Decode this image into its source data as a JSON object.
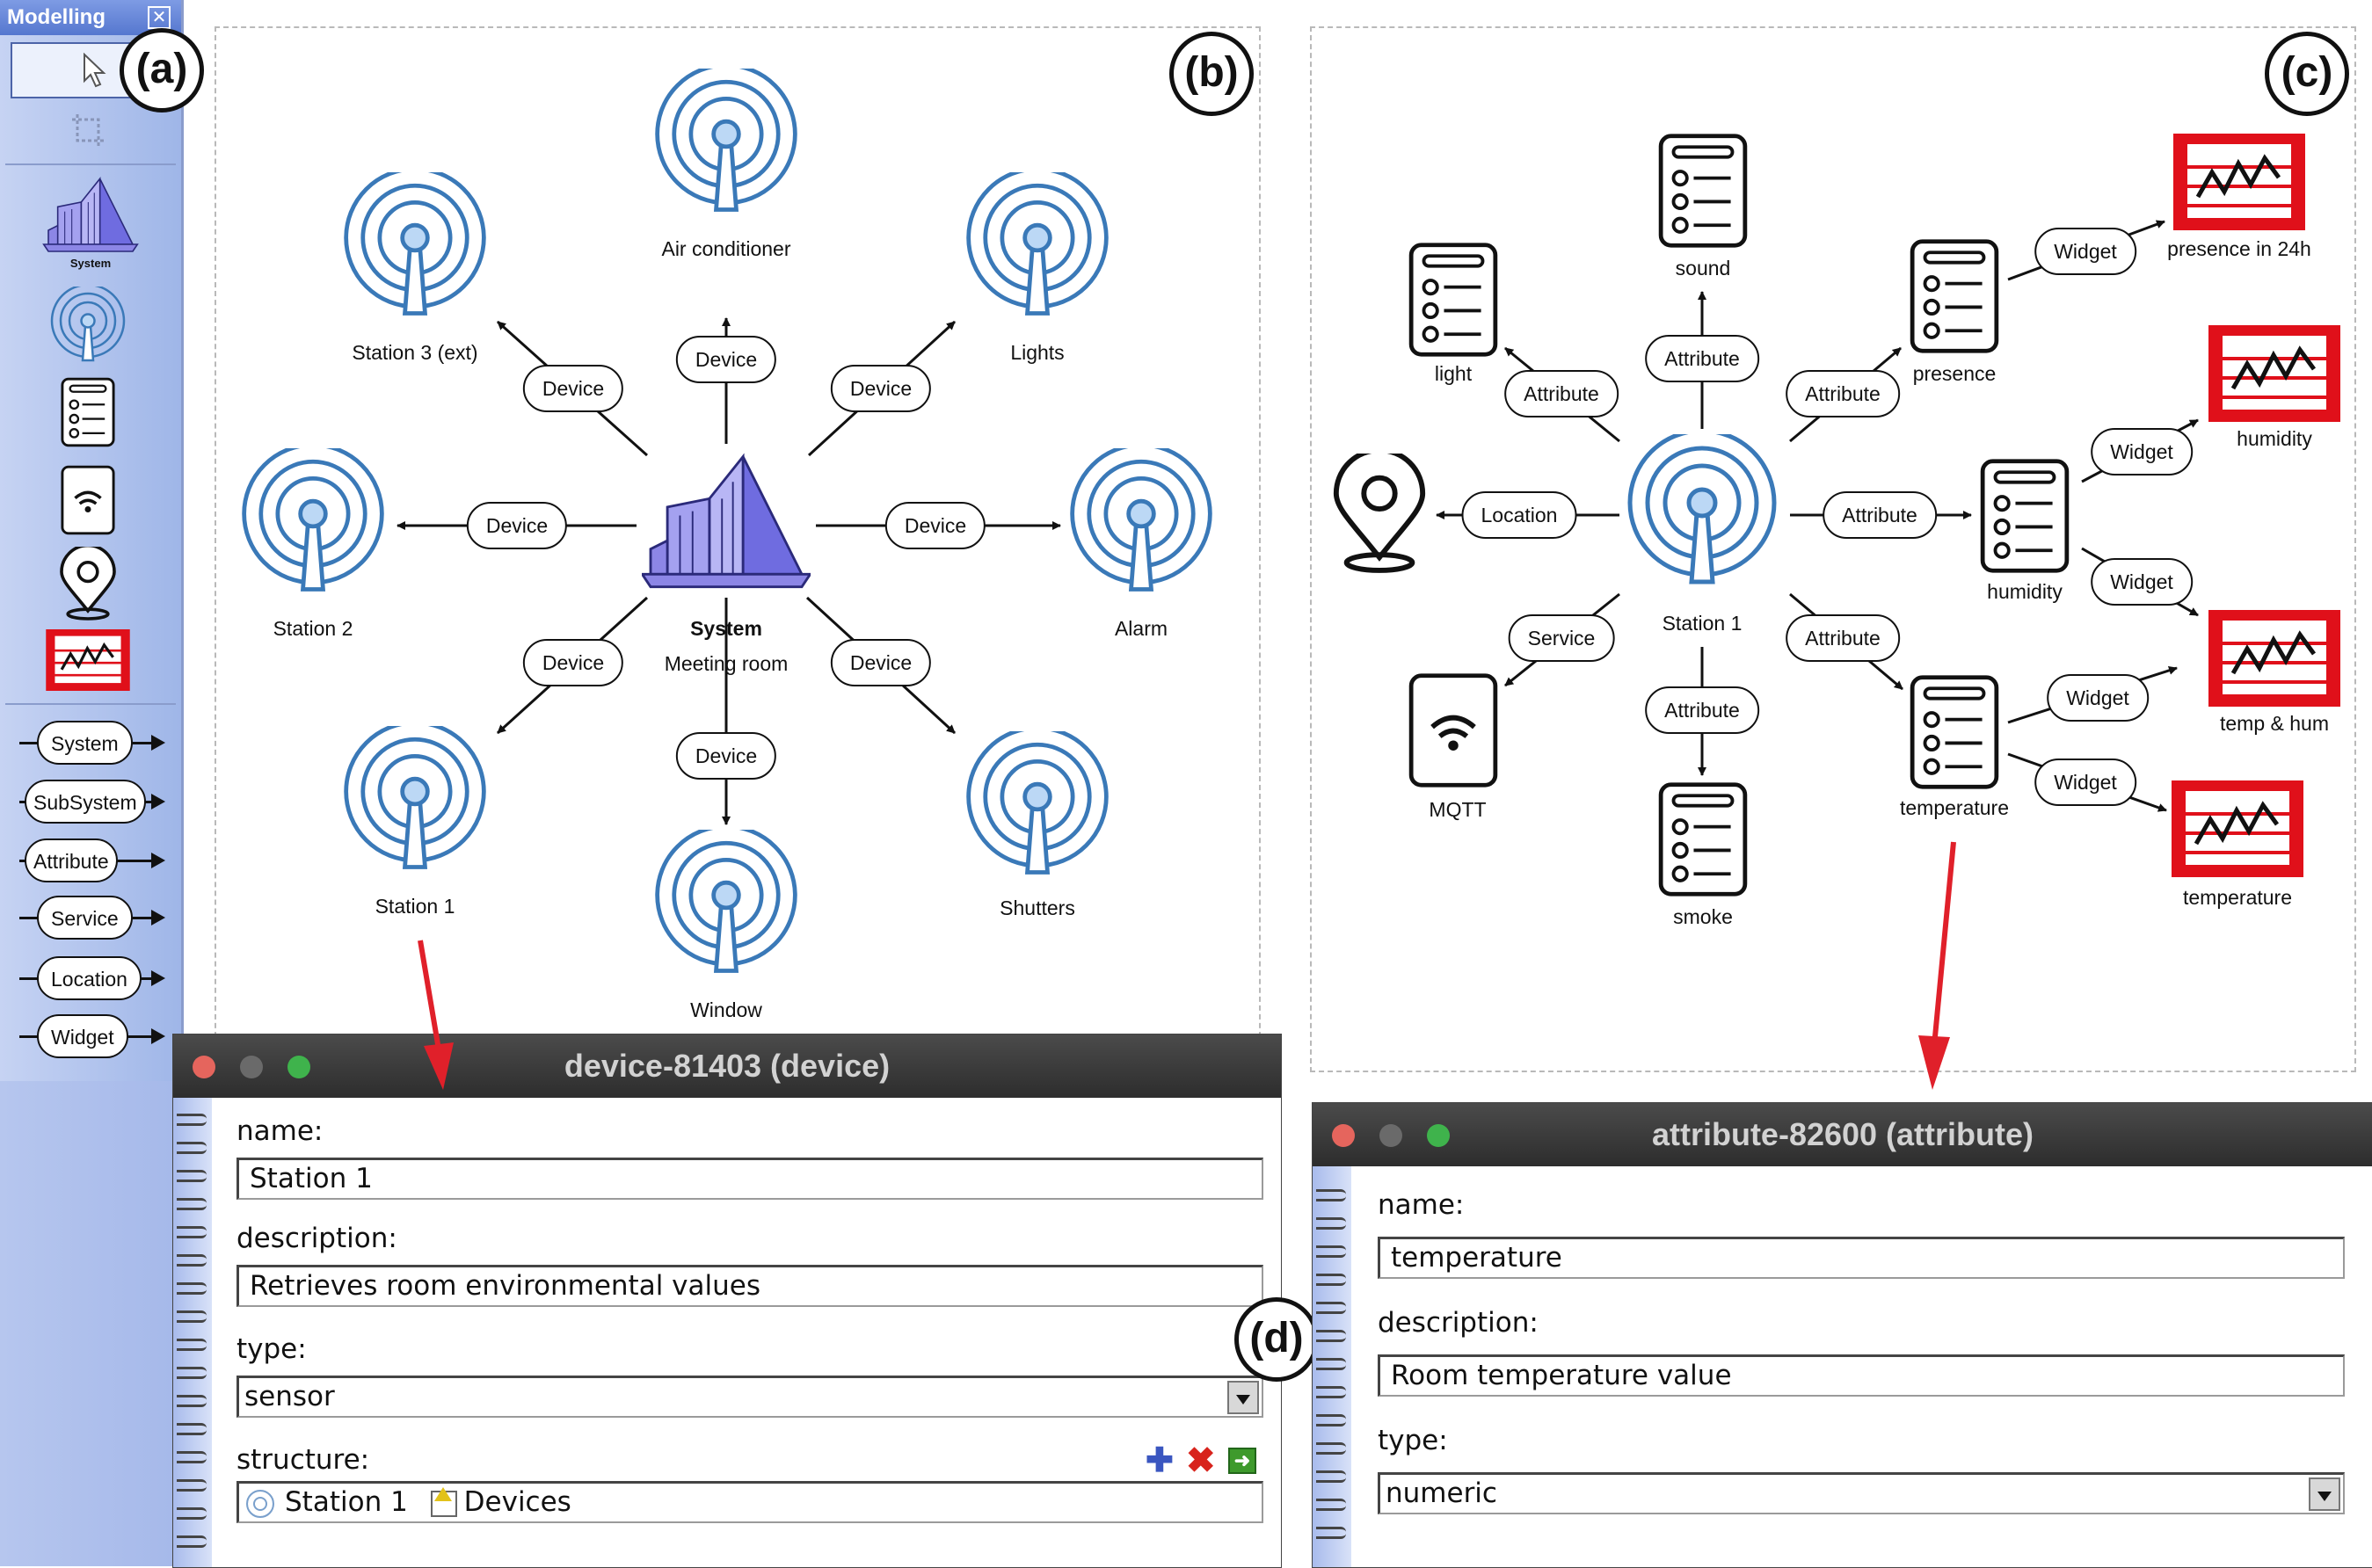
{
  "palette": {
    "title": "Modelling",
    "system_caption": "System",
    "relations": [
      "System",
      "SubSystem",
      "Attribute",
      "Service",
      "Location",
      "Widget"
    ]
  },
  "panel_labels": {
    "a": "(a)",
    "b": "(b)",
    "c": "(c)",
    "d": "(d)"
  },
  "diagram_b": {
    "center": {
      "name": "System",
      "caption": "Meeting room"
    },
    "edge_label": "Device",
    "devices": [
      "Air conditioner",
      "Lights",
      "Alarm",
      "Shutters",
      "Window",
      "Station 1",
      "Station 2",
      "Station 3 (ext)"
    ]
  },
  "diagram_c": {
    "center": "Station 1",
    "relations": {
      "attribute": "Attribute",
      "widget": "Widget",
      "location": "Location",
      "service": "Service"
    },
    "attributes": [
      "light",
      "sound",
      "presence",
      "humidity",
      "temperature",
      "smoke"
    ],
    "service": "MQTT",
    "widgets": [
      "presence in 24h",
      "humidity",
      "temp & hum",
      "temperature"
    ]
  },
  "device_dialog": {
    "title": "device-81403 (device)",
    "name_label": "name:",
    "name_value": "Station 1",
    "description_label": "description:",
    "description_value": "Retrieves room environmental values",
    "type_label": "type:",
    "type_value": "sensor",
    "structure_label": "structure:",
    "structure_item": "Station 1",
    "structure_group": "Devices"
  },
  "attribute_dialog": {
    "title": "attribute-82600 (attribute)",
    "name_label": "name:",
    "name_value": "temperature",
    "description_label": "description:",
    "description_value": "Room temperature value",
    "type_label": "type:",
    "type_value": "numeric"
  },
  "colors": {
    "device_blue": "#3a79b8",
    "widget_red": "#e0101a",
    "system_purple": "#8c86e6",
    "arrow_red": "#e0202a"
  }
}
